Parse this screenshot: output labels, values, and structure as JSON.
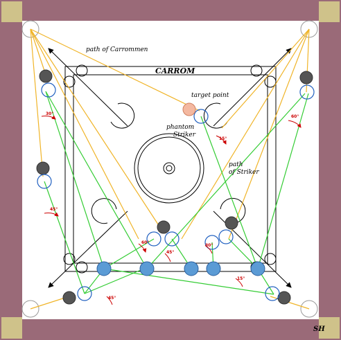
{
  "title": "CARROM",
  "signature": "SH",
  "labels": {
    "path_carrommen": "path of Carrommen",
    "target_point": "target point",
    "phantom_striker": "phantom\nStriker",
    "path_striker": "path\nof  Striker"
  },
  "angle_marks": [
    "30°",
    "45°",
    "60°",
    "15°",
    "60°",
    "45°",
    "30°",
    "15°",
    "45°"
  ],
  "colors": {
    "frame": "#9a6a78",
    "pocket_corner": "#cfc28a",
    "surface": "#ffffff",
    "line": "#000000",
    "carrommen_path": "#f0b428",
    "striker_path": "#33cc33",
    "striker_piece": "#5b9bd5",
    "phantom_ring": "#2060c0",
    "carrom_man": "#555555",
    "target": "#f4b8a0",
    "angle_mark": "#cc0000"
  }
}
